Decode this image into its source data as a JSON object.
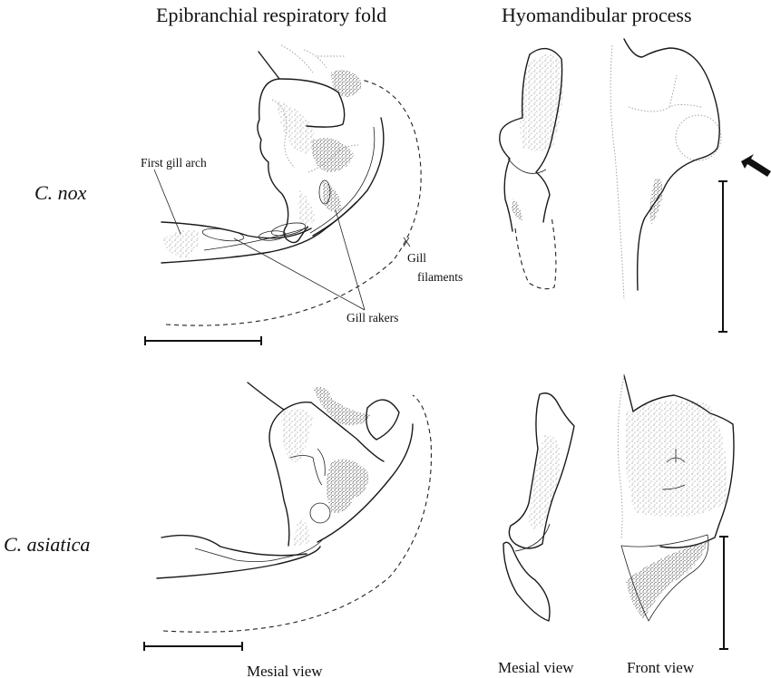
{
  "figure": {
    "column_titles": {
      "left": "Epibranchial respiratory fold",
      "right": "Hyomandibular process"
    },
    "row_labels": {
      "top": "C. nox",
      "bottom": "C. asiatica"
    },
    "annotations": {
      "first_gill_arch": "First gill arch",
      "gill_filaments_line1": "Gill",
      "gill_filaments_line2": "filaments",
      "gill_rakers": "Gill rakers"
    },
    "view_labels": {
      "fold_mesial": "Mesial view",
      "hyo_mesial": "Mesial view",
      "hyo_front": "Front view"
    },
    "indicator": {
      "arrow": "arrow pointing to hyomandibular process (C. nox, front view)"
    }
  }
}
